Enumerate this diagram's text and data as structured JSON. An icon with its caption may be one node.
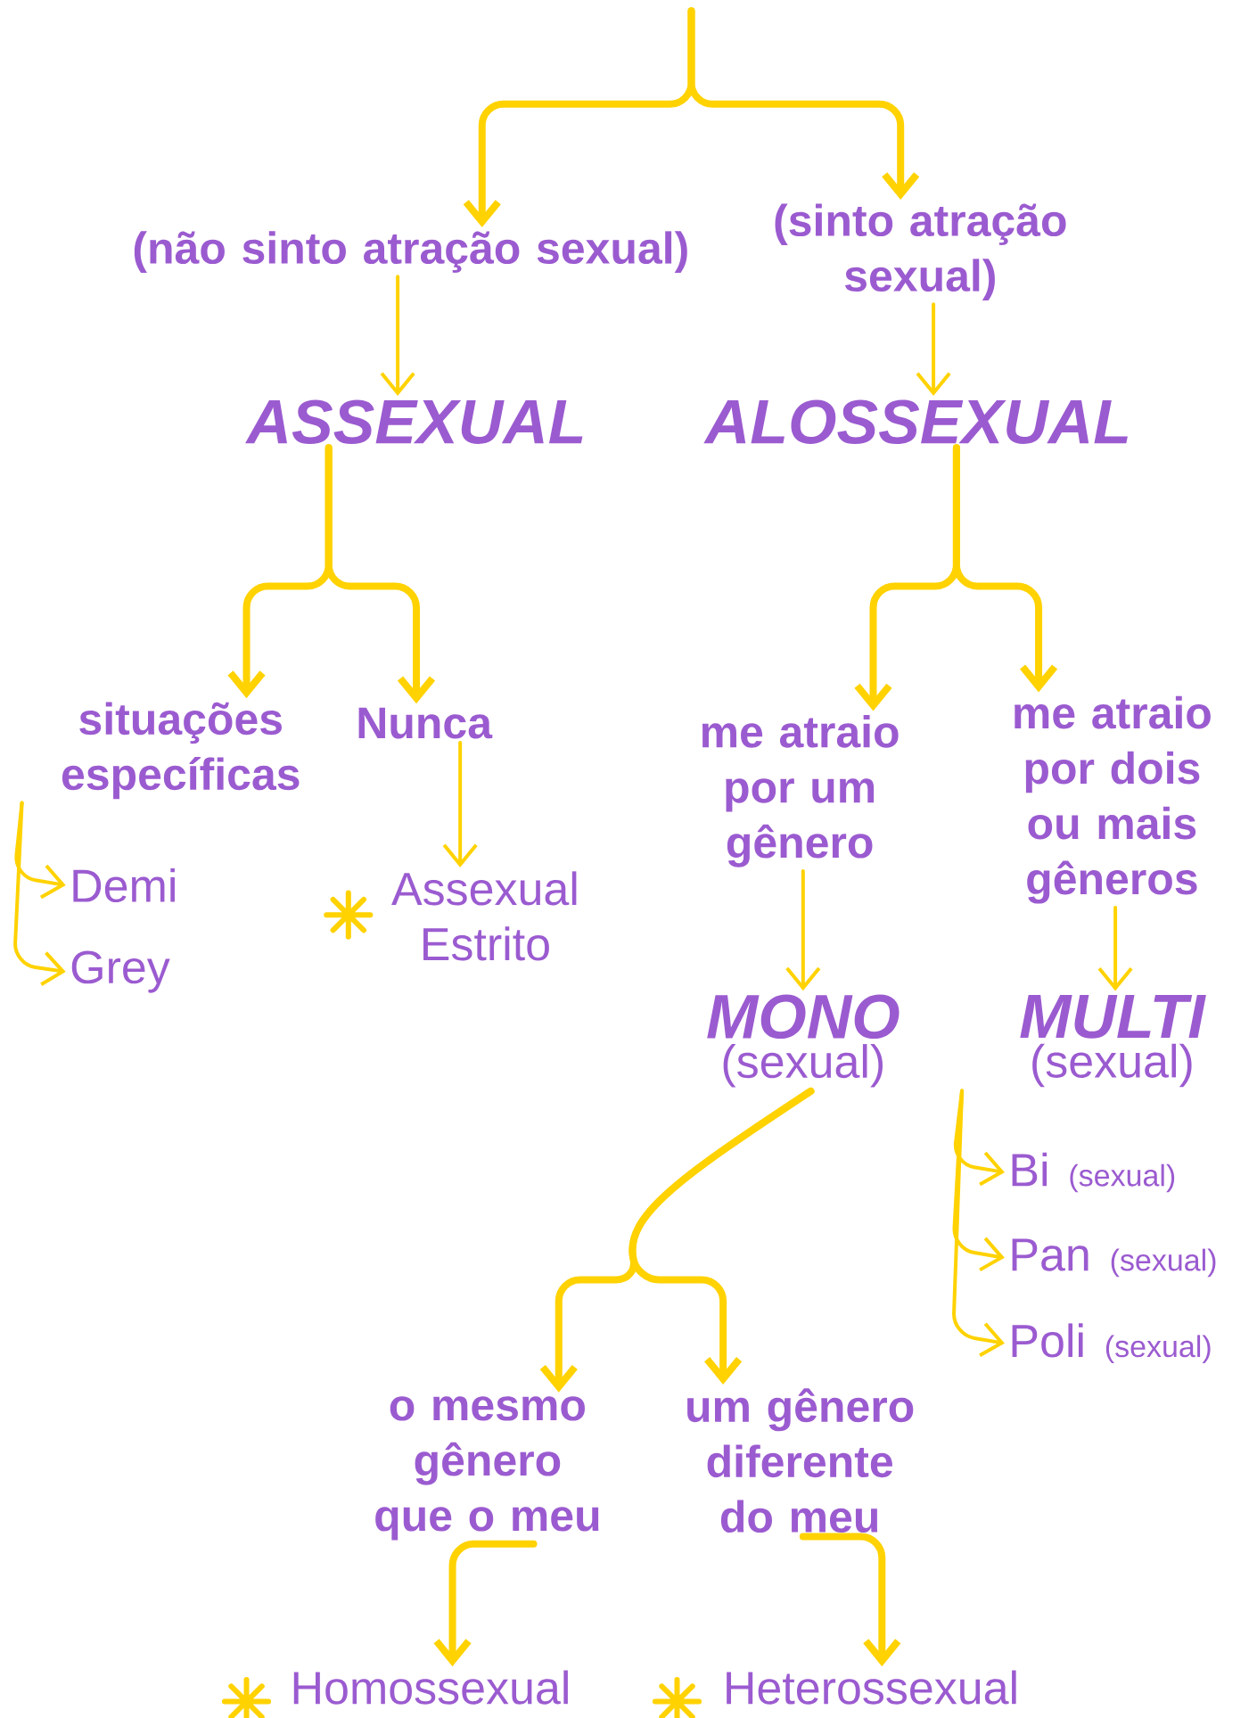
{
  "diagram": {
    "nodes": [
      {
        "text": [
          "(não sinto atração sexual)"
        ]
      },
      {
        "text": [
          "(sinto atração sexual)"
        ]
      },
      {
        "text": [
          "ASSEXUAL"
        ]
      },
      {
        "text": [
          "ALOSSEXUAL"
        ]
      },
      {
        "text": [
          "situações específicas"
        ]
      },
      {
        "text": [
          "Nunca"
        ]
      },
      {
        "text": [
          "me atraio por um gênero"
        ]
      },
      {
        "text": [
          "me atraio por dois ou mais gêneros"
        ]
      },
      {
        "text": [
          "Demi"
        ]
      },
      {
        "text": [
          "Grey"
        ]
      },
      {
        "text": [
          "Assexual Estrito"
        ]
      },
      {
        "text": [
          "MONO",
          "(sexual)"
        ]
      },
      {
        "text": [
          "MULTI",
          "(sexual)"
        ]
      },
      {
        "text": [
          "Bi",
          "(sexual)"
        ]
      },
      {
        "text": [
          "Pan",
          "(sexual)"
        ]
      },
      {
        "text": [
          "Poli",
          "(sexual)"
        ]
      },
      {
        "text": [
          "o mesmo gênero que o meu"
        ]
      },
      {
        "text": [
          "um gênero diferente do meu"
        ]
      },
      {
        "text": [
          "Homossexual"
        ]
      },
      {
        "text": [
          "Heterossexual"
        ]
      }
    ],
    "edges": [
      {
        "from": null,
        "to": 0,
        "arrow": "to",
        "style": "thick"
      },
      {
        "from": null,
        "to": 1,
        "arrow": "to",
        "style": "thick"
      },
      {
        "from": 0,
        "to": 2,
        "arrow": "to"
      },
      {
        "from": 1,
        "to": 3,
        "arrow": "to"
      },
      {
        "from": 2,
        "to": 4,
        "arrow": "to",
        "style": "thick"
      },
      {
        "from": 2,
        "to": 5,
        "arrow": "to",
        "style": "thick"
      },
      {
        "from": 3,
        "to": 6,
        "arrow": "to",
        "style": "thick"
      },
      {
        "from": 3,
        "to": 7,
        "arrow": "to",
        "style": "thick"
      },
      {
        "from": 4,
        "to": 8,
        "arrow": "to"
      },
      {
        "from": 4,
        "to": 9,
        "arrow": "to"
      },
      {
        "from": 5,
        "to": 10,
        "arrow": "to"
      },
      {
        "from": 6,
        "to": 11,
        "arrow": "to"
      },
      {
        "from": 7,
        "to": 12,
        "arrow": "to"
      },
      {
        "from": 12,
        "to": 13,
        "arrow": "to"
      },
      {
        "from": 12,
        "to": 14,
        "arrow": "to"
      },
      {
        "from": 12,
        "to": 15,
        "arrow": "to"
      },
      {
        "from": 11,
        "to": 16,
        "arrow": "to",
        "style": "thick"
      },
      {
        "from": 11,
        "to": 17,
        "arrow": "to",
        "style": "thick"
      },
      {
        "from": 16,
        "to": 18,
        "arrow": "to",
        "style": "thick"
      },
      {
        "from": 17,
        "to": 19,
        "arrow": "to",
        "style": "thick"
      }
    ]
  }
}
